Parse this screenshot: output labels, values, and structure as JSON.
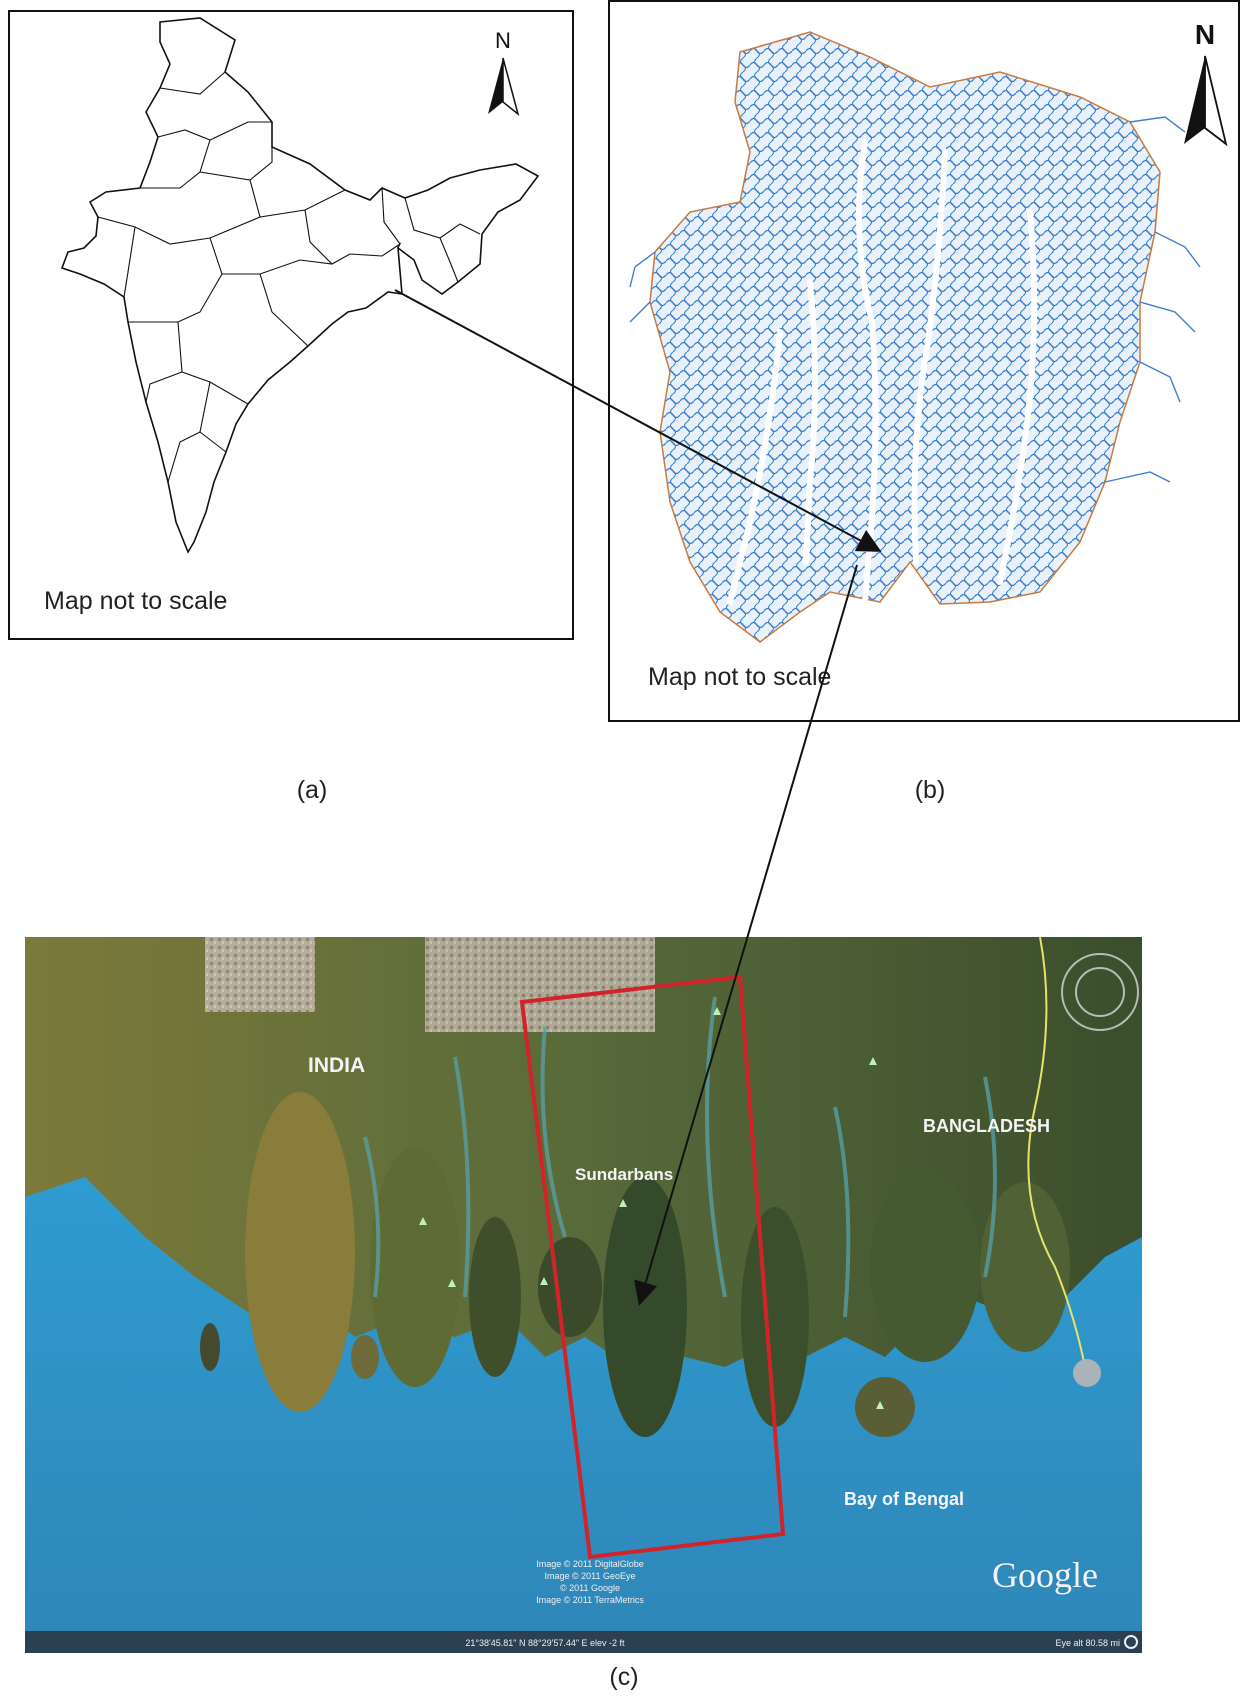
{
  "panels": {
    "a": {
      "note": "Map not to scale",
      "caption": "(a)",
      "north_label": "N"
    },
    "b": {
      "note": "Map not to scale",
      "caption": "(b)",
      "north_label": "N"
    },
    "c": {
      "caption": "(c)"
    }
  },
  "satellite": {
    "labels": {
      "india": "INDIA",
      "bangladesh": "BANGLADESH",
      "sundarbans": "Sundarbans",
      "bay": "Bay of Bengal"
    },
    "credits": [
      "Image © 2011 DigitalGlobe",
      "Image © 2011 GeoEye",
      "© 2011 Google",
      "Image © 2011 TerraMetrics"
    ],
    "coords": "21°38'45.81\" N  88°29'57.44\" E  elev   -2 ft",
    "eye_alt": "Eye alt   80.58 mi",
    "google_logo": "Google"
  },
  "colors": {
    "map_outline": "#111111",
    "river_network": "#3a7fd0",
    "sea": "#3aa7d9",
    "land_green": "#4a5e35",
    "study_box": "#d3232a",
    "border_line": "#e6e36a"
  }
}
